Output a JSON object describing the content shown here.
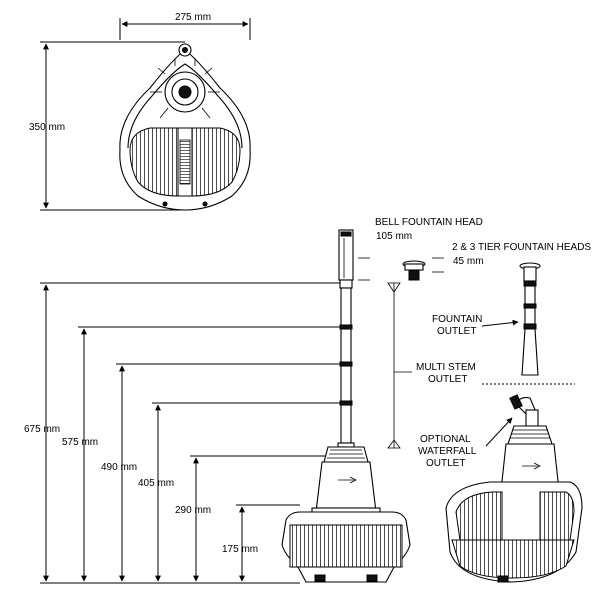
{
  "top_view": {
    "width_label": "275 mm",
    "depth_label": "350 mm"
  },
  "heights": [
    {
      "id": "h675",
      "label": "675 mm"
    },
    {
      "id": "h575",
      "label": "575 mm"
    },
    {
      "id": "h490",
      "label": "490 mm"
    },
    {
      "id": "h405",
      "label": "405 mm"
    },
    {
      "id": "h290",
      "label": "290 mm"
    },
    {
      "id": "h175",
      "label": "175 mm"
    }
  ],
  "callouts": {
    "bell_head_title": "BELL FOUNTAIN HEAD",
    "bell_head_size": "105 mm",
    "tier_heads_title": "2 & 3 TIER FOUNTAIN HEADS",
    "tier_heads_size": "45 mm",
    "fountain_outlet_line1": "FOUNTAIN",
    "fountain_outlet_line2": "OUTLET",
    "multi_stem_line1": "MULTI STEM",
    "multi_stem_line2": "OUTLET",
    "waterfall_line1": "OPTIONAL",
    "waterfall_line2": "WATERFALL",
    "waterfall_line3": "OUTLET"
  }
}
